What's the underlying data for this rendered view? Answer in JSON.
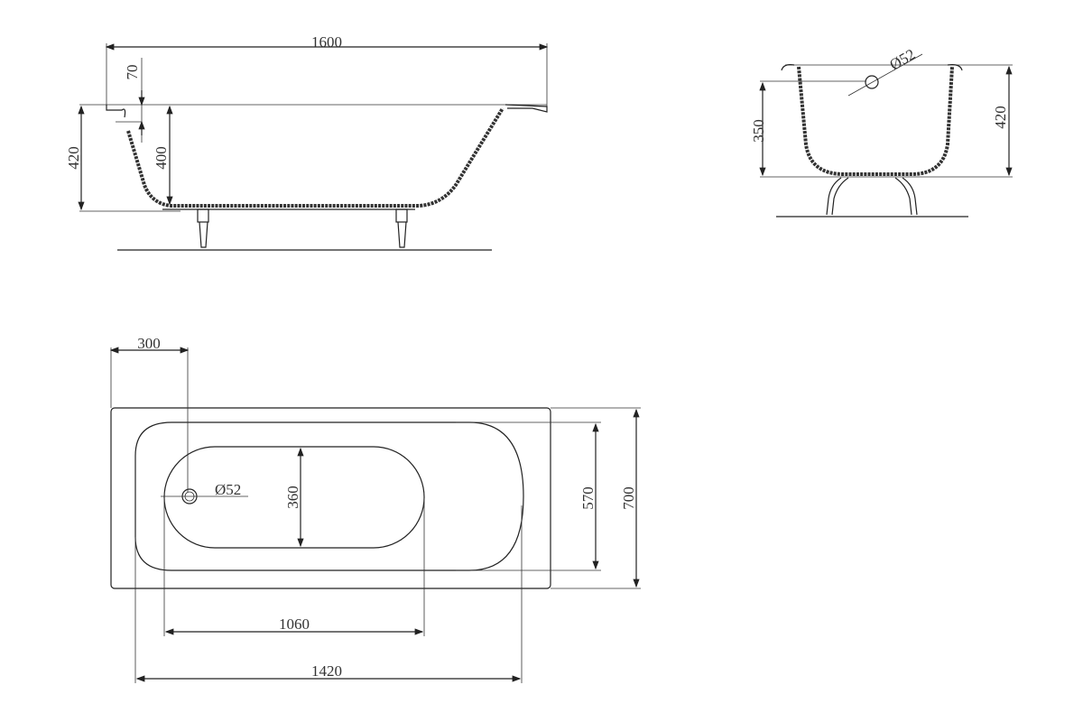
{
  "side_view": {
    "length_label": "1600",
    "overflow_offset_label": "70",
    "overall_height_label": "420",
    "inner_depth_label": "400"
  },
  "end_view": {
    "overflow_diameter_label": "Ø52",
    "overflow_height_label": "350",
    "overall_height_label": "420"
  },
  "top_view": {
    "drain_offset_label": "300",
    "drain_diameter_label": "Ø52",
    "bottom_width_label": "360",
    "inner_width_label": "570",
    "outer_width_label": "700",
    "bottom_length_label": "1060",
    "inner_length_label": "1420"
  },
  "colors": {
    "line": "#222222",
    "background": "#ffffff"
  }
}
